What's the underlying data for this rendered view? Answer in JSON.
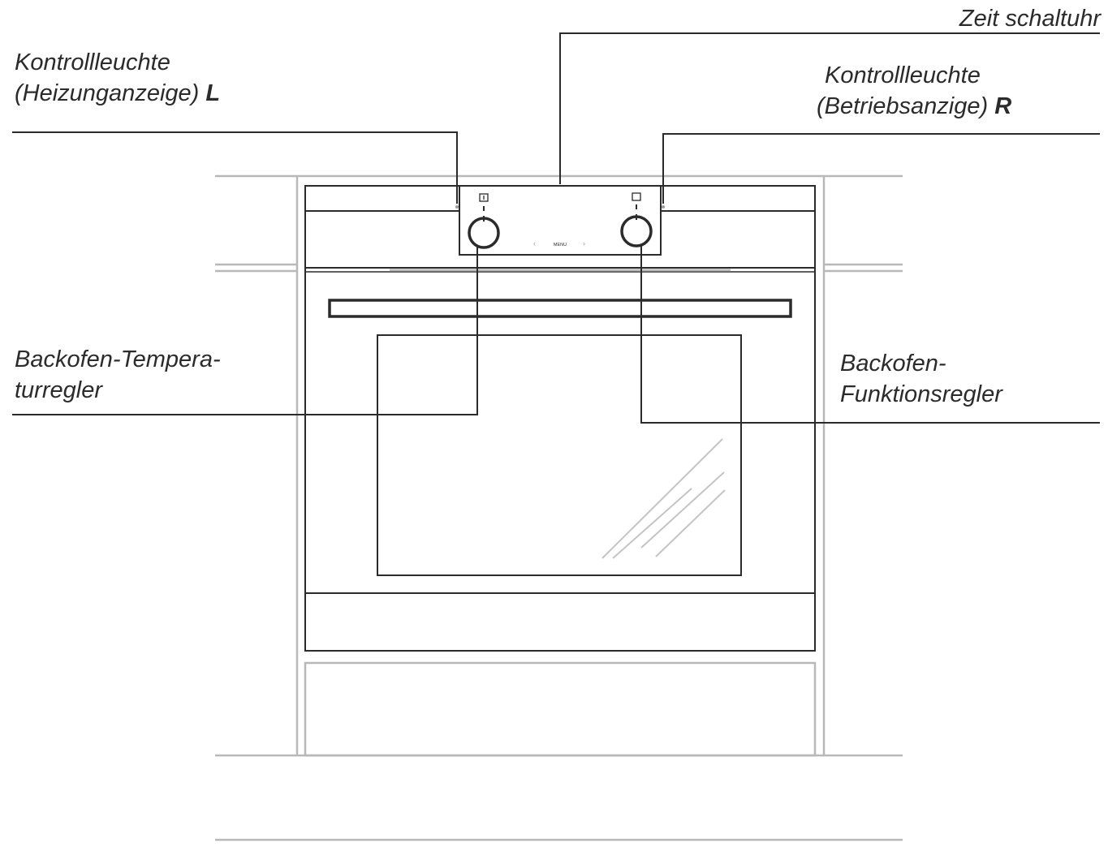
{
  "labels": {
    "timer": "Zeit schaltuhr",
    "left_lamp_line1": "Kontrollleuchte",
    "left_lamp_line2": "(Heizunganzeige)",
    "left_lamp_letter": "L",
    "right_lamp_line1": "Kontrollleuchte",
    "right_lamp_line2": "(Betriebsanzige)",
    "right_lamp_letter": "R",
    "temp_line1": "Backofen-Tempera-",
    "temp_line2": "turregler",
    "func_line1": "Backofen-",
    "func_line2": "Funktionsregler"
  },
  "panel": {
    "menu_text": "MENU"
  },
  "icons": {
    "left_knob_symbol": "thermometer-square-icon",
    "right_knob_symbol": "square-mode-icon",
    "timer_arrows": "chevron-icon"
  },
  "colors": {
    "line": "#2b2b2b",
    "cabinet": "#b8b8b8",
    "glass_hatch": "#c4c4c4"
  }
}
